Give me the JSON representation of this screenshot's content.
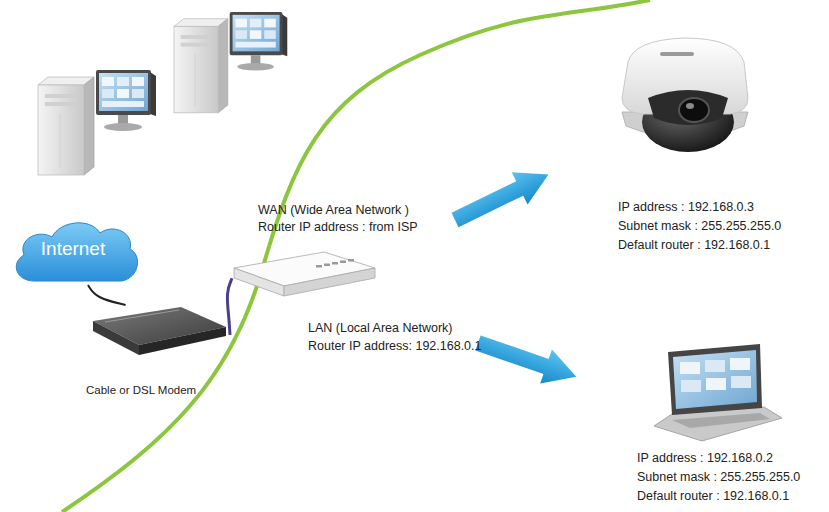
{
  "diagram": {
    "nodes": [
      {
        "text": [
          "Internet"
        ]
      },
      {
        "text": [
          "Cable or DSL Modem"
        ]
      },
      {
        "text": [
          "WAN (Wide Area Network )",
          "Router IP address : from ISP",
          "LAN (Local Area Network)",
          "Router IP address: 192.168.0.1"
        ]
      }
    ],
    "edges": [
      {
        "from": 0,
        "to": 1,
        "arrow": "none"
      },
      {
        "from": 1,
        "to": 2,
        "arrow": "none"
      }
    ],
    "labels": [
      "IP address : 192.168.0.3",
      "Subnet mask : 255.255.255.0",
      "Default router : 192.168.0.1",
      "IP address : 192.168.0.2",
      "Subnet mask : 255.255.255.0",
      "Default router : 192.168.0.1"
    ]
  }
}
